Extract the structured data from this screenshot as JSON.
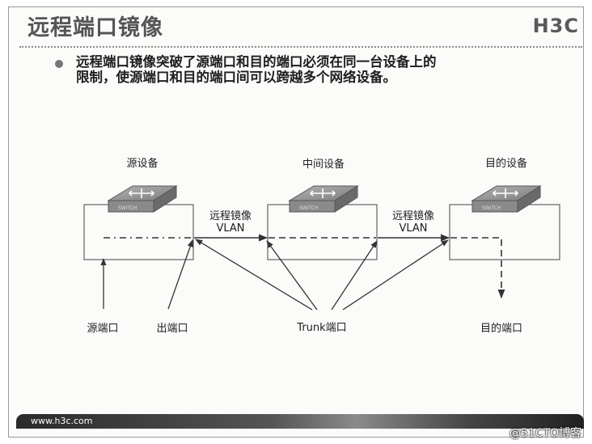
{
  "header": {
    "title": "远程端口镜像",
    "logo": "H3C"
  },
  "bullet": {
    "line1": "远程端口镜像突破了源端口和目的端口必须在同一台设备上的",
    "line2": "限制，使源端口和目的端口间可以跨越多个网络设备。"
  },
  "diagram": {
    "devices": [
      {
        "label": "源设备",
        "switch_text": "SWITCH"
      },
      {
        "label": "中间设备",
        "switch_text": "SWITCH"
      },
      {
        "label": "目的设备",
        "switch_text": "SWITCH"
      }
    ],
    "links": [
      {
        "line1": "远程镜像",
        "line2": "VLAN"
      },
      {
        "line1": "远程镜像",
        "line2": "VLAN"
      }
    ],
    "ports": {
      "source": "源端口",
      "egress": "出端口",
      "trunk": "Trunk端口",
      "destination": "目的端口"
    }
  },
  "footer": {
    "url": "www.h3c.com",
    "watermark": "@51CTO博客"
  }
}
